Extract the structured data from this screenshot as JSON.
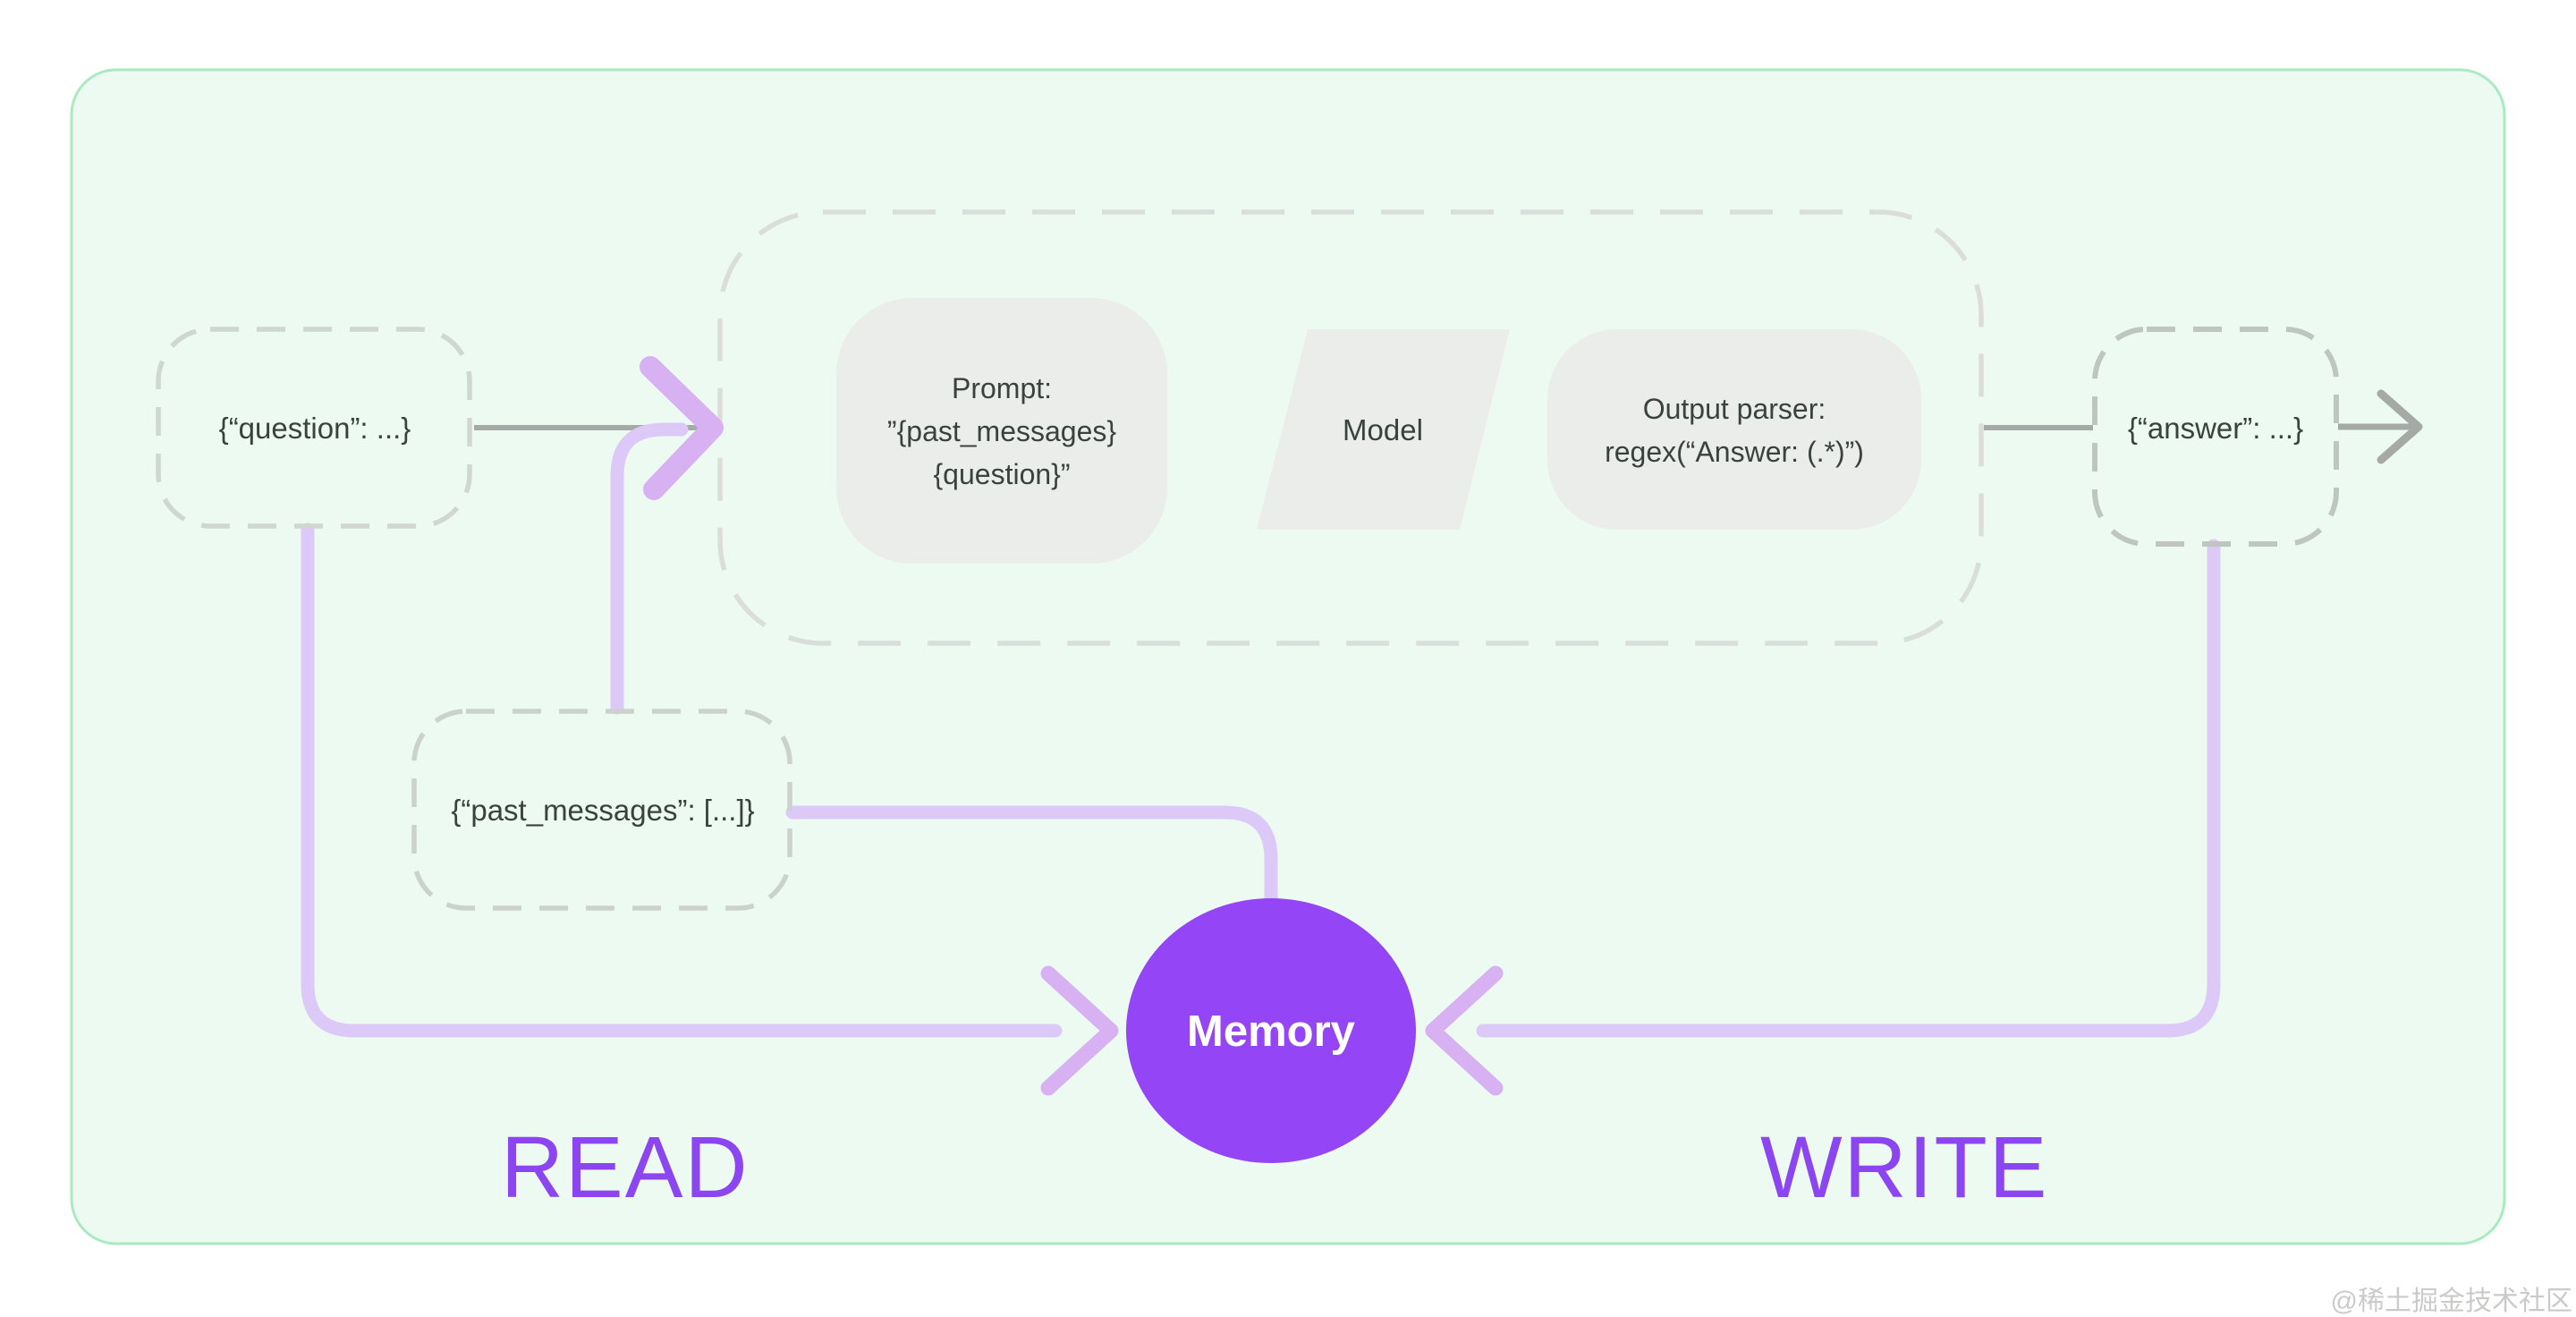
{
  "diagram": {
    "nodes": {
      "question": {
        "label": "{“question”: ...}"
      },
      "past_messages": {
        "label": "{“past_messages”: [...]}"
      },
      "answer": {
        "label": "{“answer”: ...}"
      },
      "prompt": {
        "lines": [
          "Prompt:",
          "”{past_messages}",
          "{question}”"
        ]
      },
      "model": {
        "label": "Model"
      },
      "output_parser": {
        "lines": [
          "Output parser:",
          "regex(“Answer: (.*)”)"
        ]
      },
      "memory": {
        "label": "Memory"
      }
    },
    "section_labels": {
      "read": "READ",
      "write": "WRITE"
    },
    "watermark": "@稀土掘金技术社区"
  },
  "colors": {
    "page_bg": "#ffffff",
    "canvas_fill": "#EDFAF1",
    "canvas_border": "#AAEAC1",
    "node_dash_light": "#D0D6D1",
    "node_dash_mid": "#CBD1CC",
    "node_dash_dark": "#BFC6C0",
    "container_dash": "#DADEDA",
    "gray_box_fill": "#EAEDE9",
    "gray_line": "#A5AAA6",
    "text_dark": "#39423B",
    "purple_line": "#DDC9F8",
    "purple_arrow": "#D7B1F2",
    "memory_fill": "#9445F6",
    "memory_text": "#FFFFFF",
    "label_purple": "#8B46F1",
    "watermark_gray": "#C9CBC9"
  }
}
